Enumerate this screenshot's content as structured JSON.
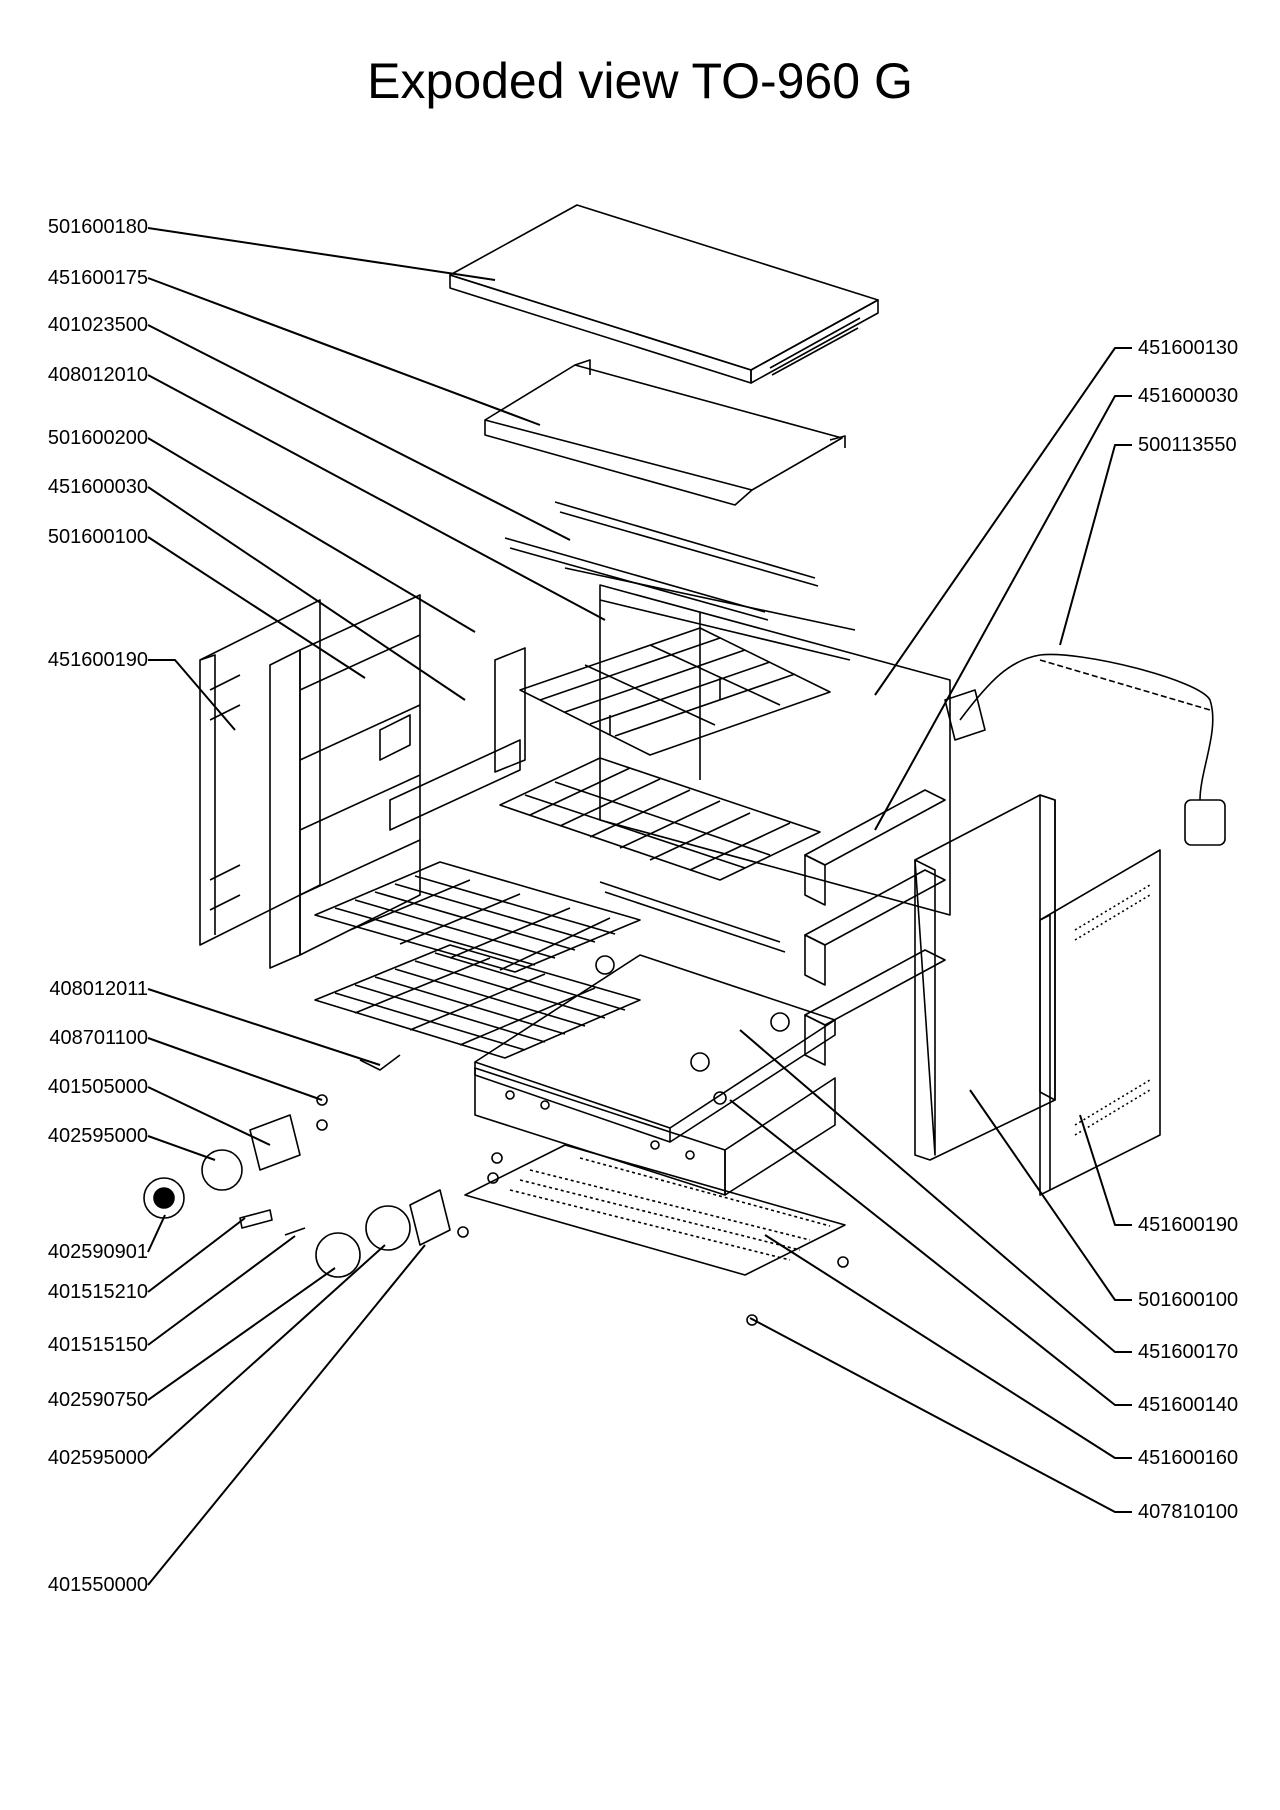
{
  "title": "Expoded view TO-960 G",
  "parts_left": [
    "501600180",
    "451600175",
    "401023500",
    "408012010",
    "501600200",
    "451600030",
    "501600100",
    "451600190",
    "408012011",
    "408701100",
    "401505000",
    "402595000",
    "402590901",
    "401515210",
    "401515150",
    "402590750",
    "402595000",
    "401550000"
  ],
  "parts_right": [
    "451600130",
    "451600030",
    "500113550",
    "451600190",
    "501600100",
    "451600170",
    "451600140",
    "451600160",
    "407810100"
  ]
}
